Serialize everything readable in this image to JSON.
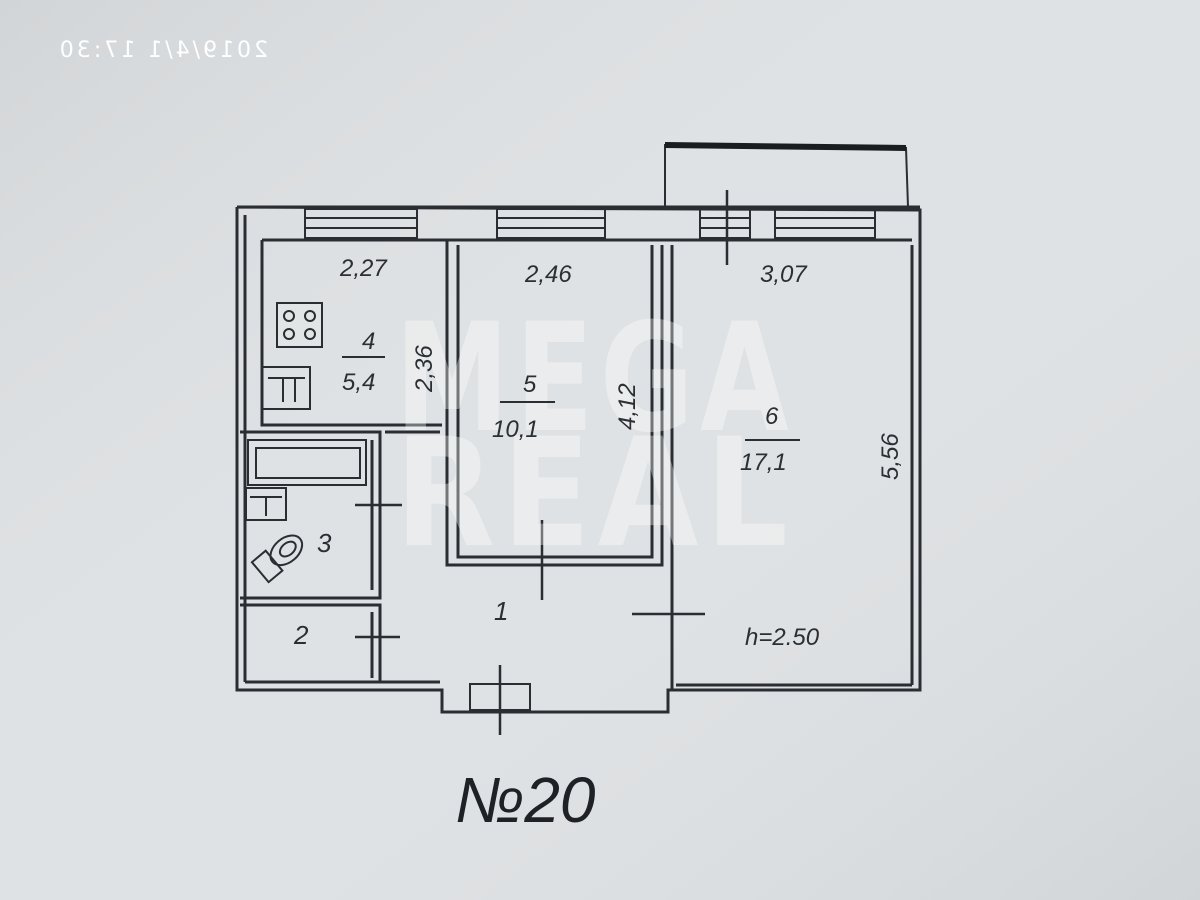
{
  "timestamp": "2019/4/1  17:30",
  "plan_number": "№20",
  "watermark": {
    "line1": "MEGA",
    "line2": "REAL"
  },
  "ceiling_height": "h=2.50",
  "rooms": [
    {
      "id": "1",
      "label": "1"
    },
    {
      "id": "2",
      "label": "2"
    },
    {
      "id": "3",
      "label": "3"
    },
    {
      "id": "4",
      "label": "4",
      "area": "5,4"
    },
    {
      "id": "5",
      "label": "5",
      "area": "10,1"
    },
    {
      "id": "6",
      "label": "6",
      "area": "17,1"
    }
  ],
  "dimensions": {
    "kitchen_width": "2,27",
    "kitchen_depth": "2,36",
    "room5_width": "2,46",
    "room5_depth": "4,12",
    "room6_width": "3,07",
    "room6_depth": "5,56"
  },
  "icons": [
    "stove-icon",
    "sink-icon",
    "bathtub-icon",
    "washbasin-icon",
    "toilet-icon"
  ]
}
